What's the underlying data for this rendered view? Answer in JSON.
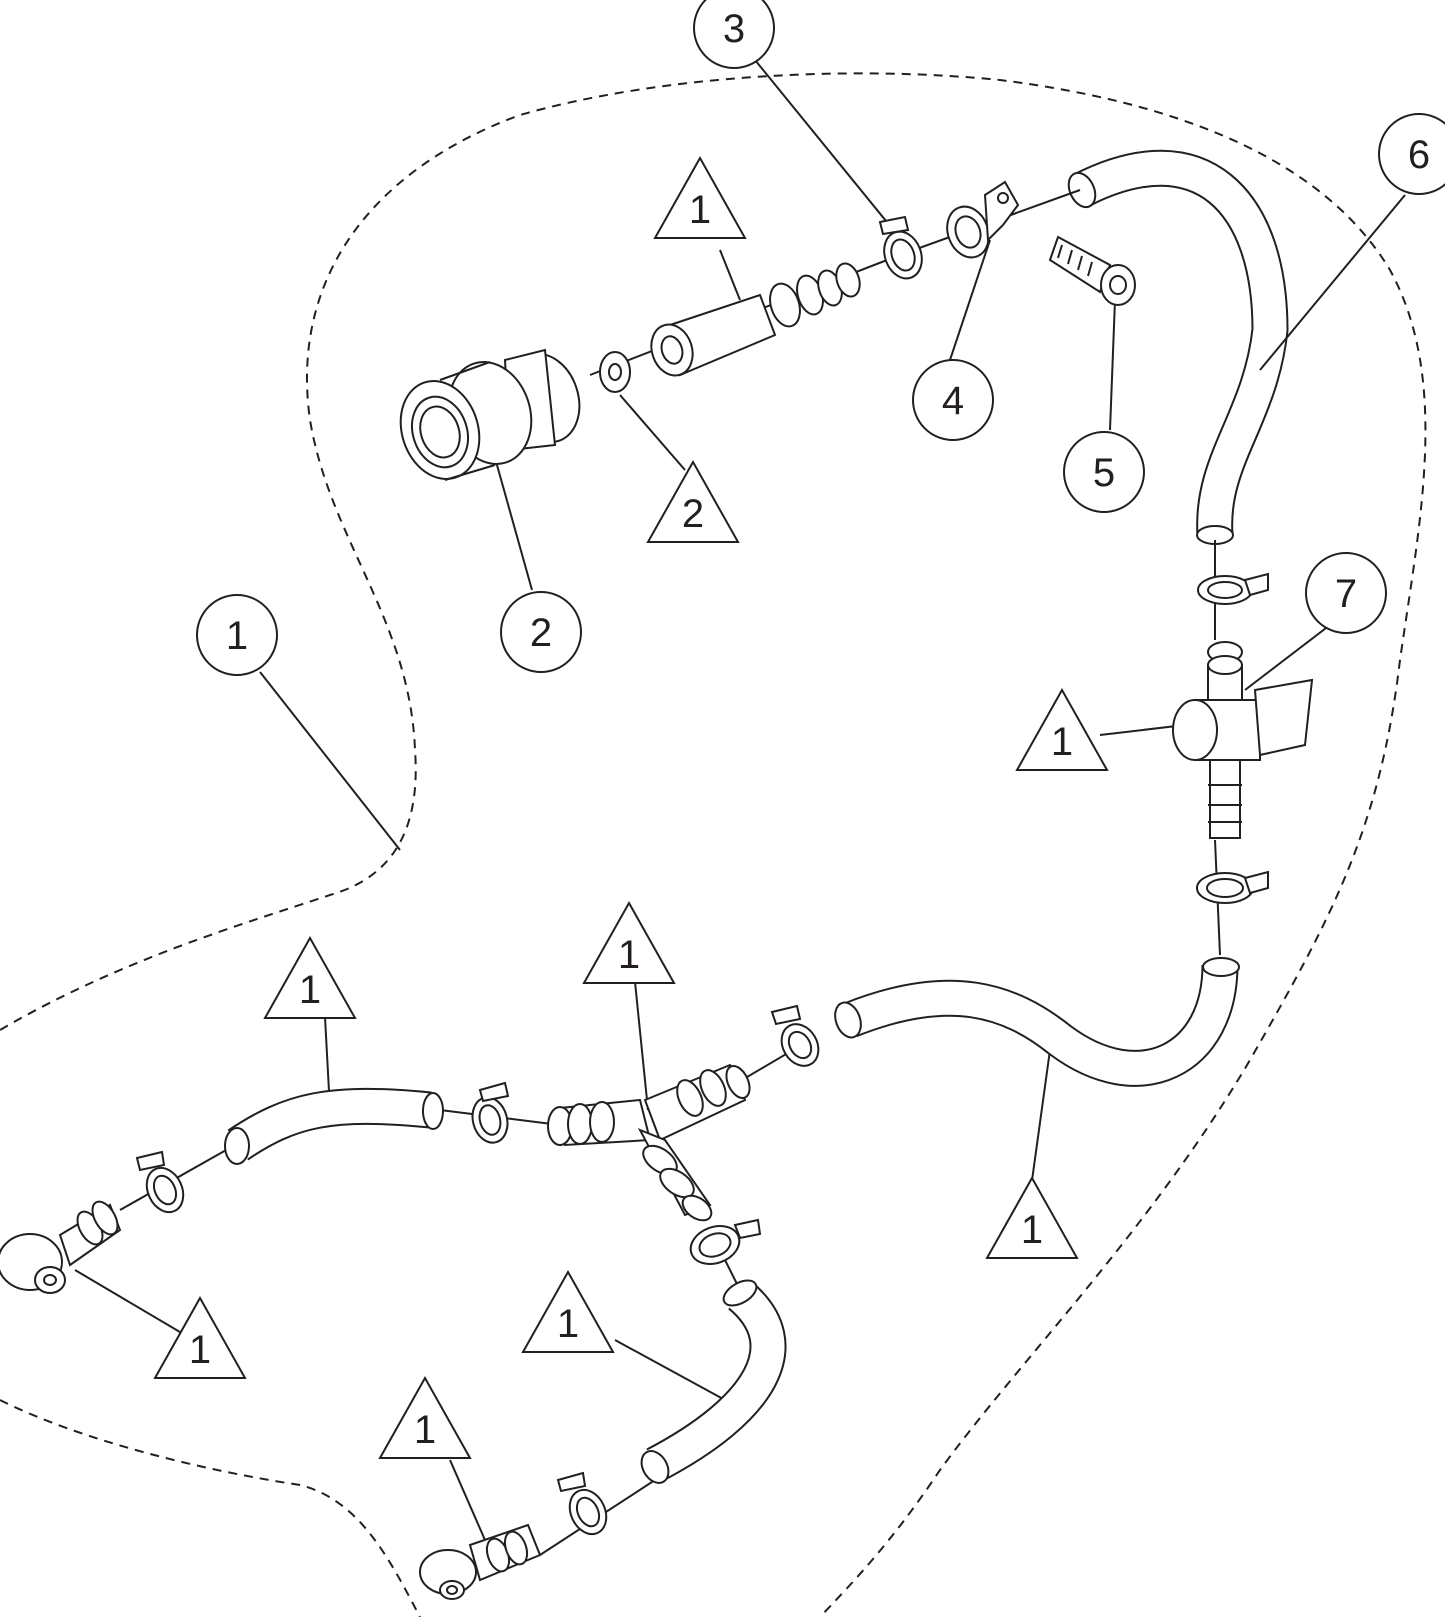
{
  "callouts": {
    "c3": "3",
    "c6": "6",
    "c4": "4",
    "c5": "5",
    "c2": "2",
    "c7": "7",
    "c1": "1"
  },
  "triangles": {
    "t1_top": "1",
    "t2": "2",
    "t1_valve": "1",
    "t1_center": "1",
    "t1_left": "1",
    "t1_bottom_right": "1",
    "t1_bottom_left": "1",
    "t1_hose_lower": "1",
    "t1_bottom_center": "1"
  }
}
